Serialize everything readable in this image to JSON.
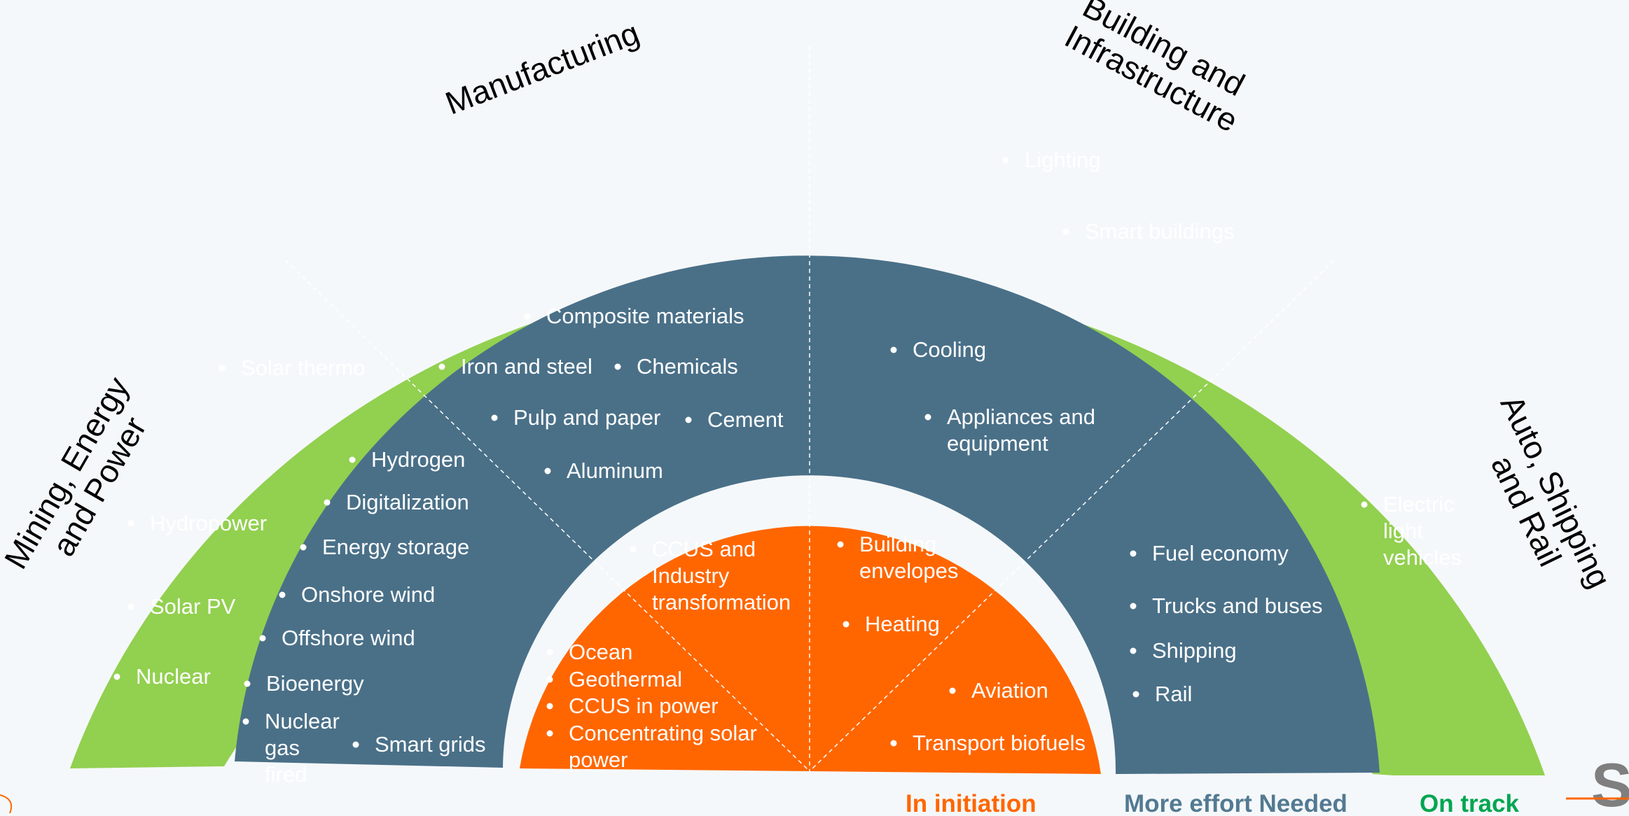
{
  "sectors": {
    "mining": [
      "Mining, Energy",
      "and Power"
    ],
    "manufacturing": [
      "Manufacturing"
    ],
    "building": [
      "Building and",
      "Infrastructure"
    ],
    "auto": [
      "Auto, Shipping",
      "and Rail"
    ]
  },
  "items": {
    "lighting": [
      "Lighting"
    ],
    "smart_buildings": [
      "Smart buildings"
    ],
    "solar_thermo": [
      "Solar thermo"
    ],
    "hydropower": [
      "Hydropower"
    ],
    "solar_pv": [
      "Solar PV"
    ],
    "nuclear": [
      "Nuclear"
    ],
    "electric_vehicles": [
      "Electric",
      "light",
      "vehicles"
    ],
    "composite_materials": [
      "Composite materials"
    ],
    "iron_steel": [
      "Iron and steel"
    ],
    "chemicals": [
      "Chemicals"
    ],
    "pulp_paper": [
      "Pulp and paper"
    ],
    "cement": [
      "Cement"
    ],
    "aluminum": [
      "Aluminum"
    ],
    "cooling": [
      "Cooling"
    ],
    "appliances": [
      "Appliances and",
      "equipment"
    ],
    "hydrogen": [
      "Hydrogen"
    ],
    "digitalization": [
      "Digitalization"
    ],
    "energy_storage": [
      "Energy storage"
    ],
    "onshore_wind": [
      "Onshore wind"
    ],
    "offshore_wind": [
      "Offshore wind"
    ],
    "bioenergy": [
      "Bioenergy"
    ],
    "nuclear_gas": [
      "Nuclear",
      "gas",
      "fired"
    ],
    "smart_grids": [
      "Smart grids"
    ],
    "fuel_economy": [
      "Fuel economy"
    ],
    "trucks_buses": [
      "Trucks and buses"
    ],
    "shipping": [
      "Shipping"
    ],
    "rail": [
      "Rail"
    ],
    "ccus_industry": [
      "CCUS and",
      "Industry",
      "transformation"
    ],
    "building_envelopes": [
      "Building",
      "envelopes"
    ],
    "heating": [
      "Heating"
    ],
    "ocean": [
      "Ocean"
    ],
    "geothermal": [
      "Geothermal"
    ],
    "ccus_power": [
      "CCUS in power"
    ],
    "csp": [
      "Concentrating solar",
      "power"
    ],
    "aviation": [
      "Aviation"
    ],
    "transport_biofuels": [
      "Transport biofuels"
    ]
  },
  "legend": {
    "initiation": "In initiation",
    "effort": "More effort Needed",
    "on_track": "On track"
  },
  "colors": {
    "on_track": "#92d050",
    "effort": "#4a7088",
    "initiation": "#ff6600",
    "legend_effort": "#527a92",
    "legend_on_track": "#00a651",
    "logo": "#7f7f7f"
  },
  "logo_text": "SC"
}
